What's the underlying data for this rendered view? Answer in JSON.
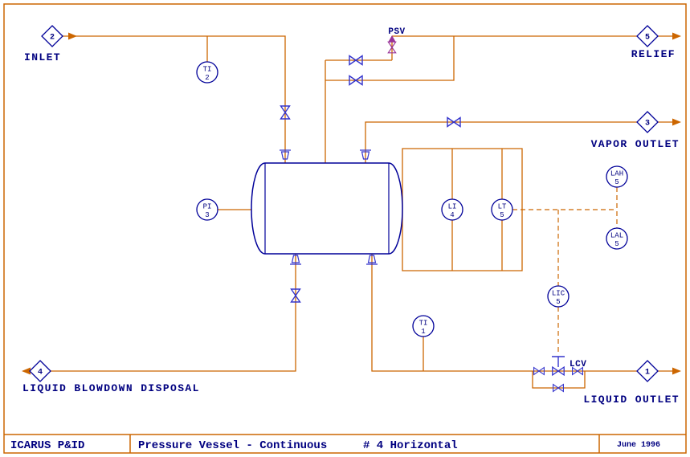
{
  "colors": {
    "pipe": "#cc6600",
    "equipment": "#000099",
    "valve": "#3333cc",
    "relief_valve": "#993399",
    "text": "#000080",
    "background": "#ffffff"
  },
  "labels": {
    "inlet": "INLET",
    "relief": "RELIEF",
    "vapor_outlet": "VAPOR OUTLET",
    "liquid_blowdown": "LIQUID BLOWDOWN DISPOSAL",
    "liquid_outlet": "LIQUID OUTLET",
    "psv": "PSV",
    "lcv": "LCV"
  },
  "connectors": [
    {
      "id": "2"
    },
    {
      "id": "5"
    },
    {
      "id": "3"
    },
    {
      "id": "4"
    },
    {
      "id": "1"
    }
  ],
  "instruments": [
    {
      "tag": "TI",
      "loop": "2"
    },
    {
      "tag": "PI",
      "loop": "3"
    },
    {
      "tag": "TI",
      "loop": "1"
    },
    {
      "tag": "LI",
      "loop": "4"
    },
    {
      "tag": "LT",
      "loop": "5"
    },
    {
      "tag": "LAH",
      "loop": "5"
    },
    {
      "tag": "LAL",
      "loop": "5"
    },
    {
      "tag": "LIC",
      "loop": "5"
    }
  ],
  "title_block": {
    "company": "ICARUS P&ID",
    "drawing_title": "Pressure Vessel - Continuous",
    "drawing_number": "# 4 Horizontal",
    "date": "June 1996"
  }
}
